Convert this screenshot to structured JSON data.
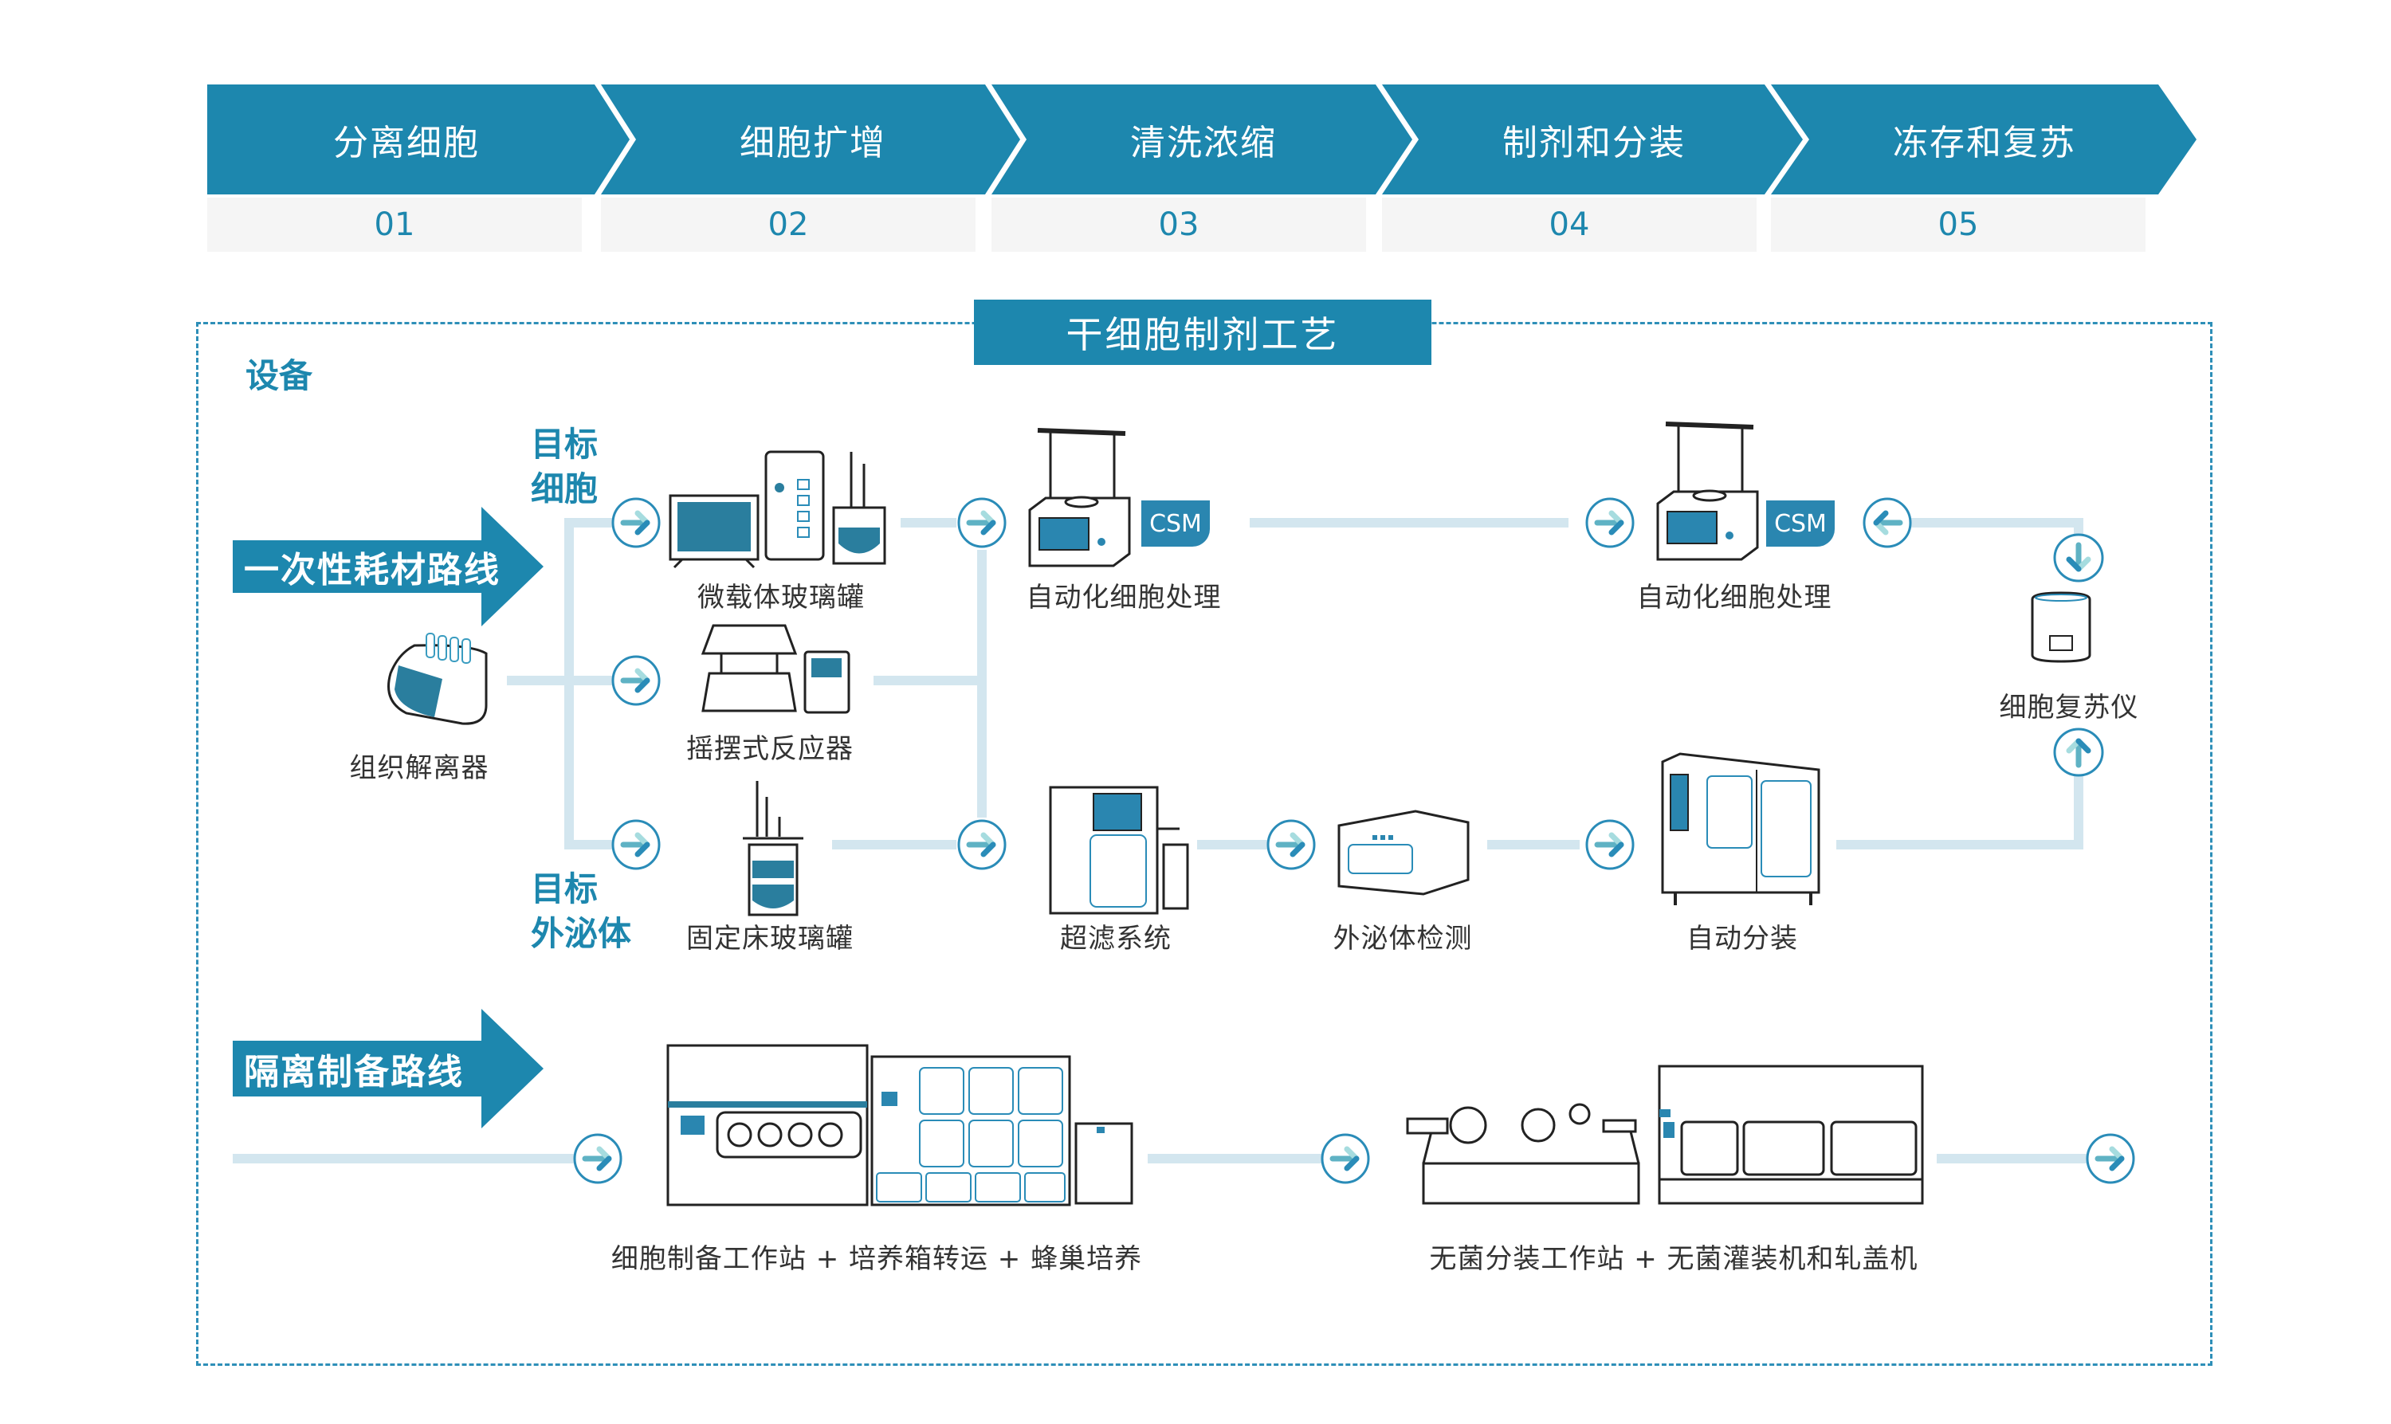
{
  "steps": [
    {
      "label": "分离细胞",
      "num": "01"
    },
    {
      "label": "细胞扩增",
      "num": "02"
    },
    {
      "label": "清洗浓缩",
      "num": "03"
    },
    {
      "label": "制剂和分装",
      "num": "04"
    },
    {
      "label": "冻存和复苏",
      "num": "05"
    }
  ],
  "panel": {
    "title": "干细胞制剂工艺",
    "equipment_label": "设备"
  },
  "routes": {
    "single_use": "一次性耗材路线",
    "isolation": "隔离制备路线"
  },
  "targets": {
    "cells_line1": "目标",
    "cells_line2": "细胞",
    "exosome_line1": "目标",
    "exosome_line2": "外泌体"
  },
  "equipment": {
    "tissue_dissociator": "组织解离器",
    "microcarrier_vessel": "微载体玻璃罐",
    "rocking_reactor": "摇摆式反应器",
    "fixed_bed_vessel": "固定床玻璃罐",
    "auto_cell_processing_1": "自动化细胞处理",
    "auto_cell_processing_2": "自动化细胞处理",
    "csm_badge": "CSM",
    "ultrafiltration": "超滤系统",
    "exosome_detection": "外泌体检测",
    "auto_filling": "自动分装",
    "cell_thawer": "细胞复苏仪",
    "isolation_combo": "细胞制备工作站 + 培养箱转运 + 蜂巢培养",
    "aseptic_combo": "无菌分装工作站 + 无菌灌装机和轧盖机"
  },
  "colors": {
    "primary": "#1d87ae",
    "flow_line": "#d3e6ef",
    "step_num_bg": "#f5f5f5",
    "text": "#333333"
  }
}
